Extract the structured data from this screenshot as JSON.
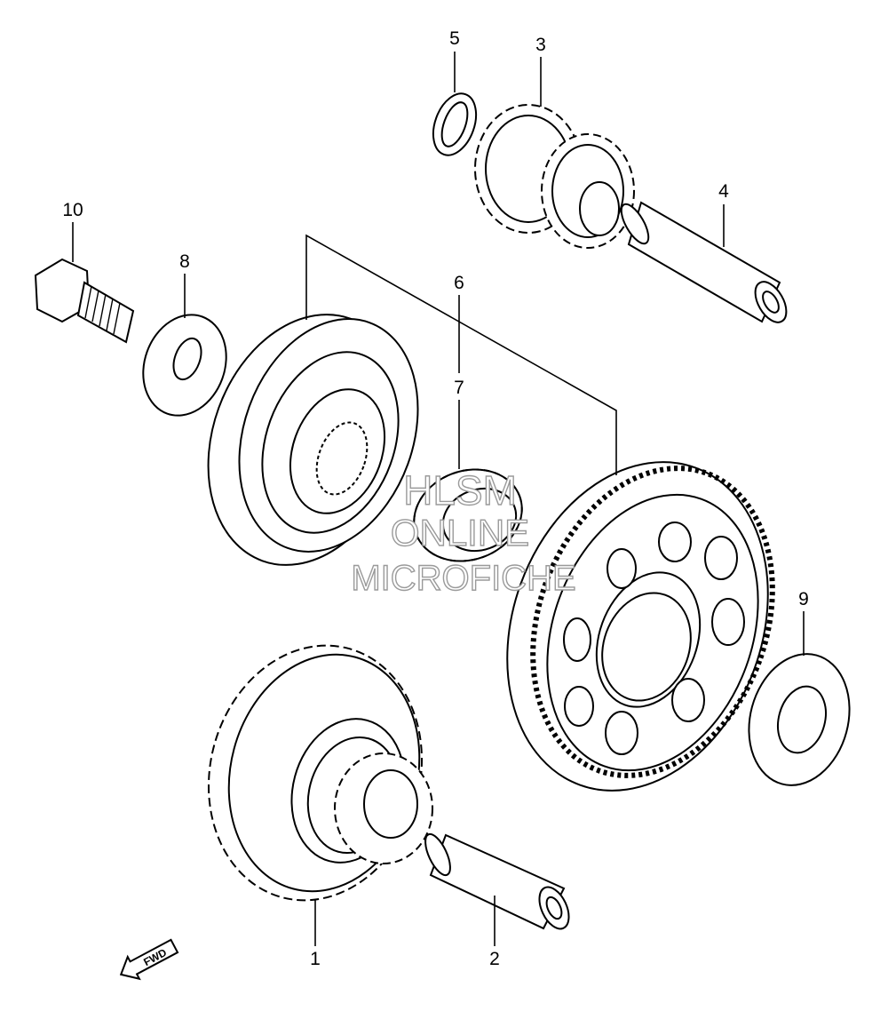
{
  "callouts": [
    {
      "id": "1",
      "text": "1"
    },
    {
      "id": "2",
      "text": "2"
    },
    {
      "id": "3",
      "text": "3"
    },
    {
      "id": "4",
      "text": "4"
    },
    {
      "id": "5",
      "text": "5"
    },
    {
      "id": "6",
      "text": "6"
    },
    {
      "id": "7",
      "text": "7"
    },
    {
      "id": "8",
      "text": "8"
    },
    {
      "id": "9",
      "text": "9"
    },
    {
      "id": "10",
      "text": "10"
    }
  ],
  "watermark": {
    "line1": "HLSM",
    "line2": "ONLINE",
    "line3": "MICROFICHE"
  },
  "direction_badge": {
    "text": "FWD",
    "icon": "arrow-left-down-icon"
  }
}
